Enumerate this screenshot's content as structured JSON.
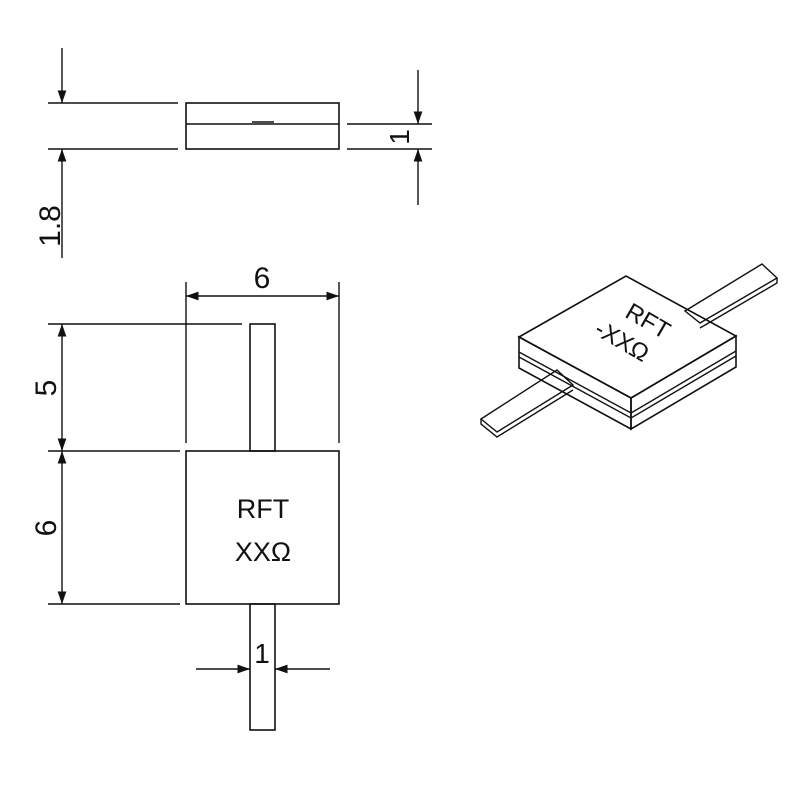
{
  "dimensions": {
    "total_height": "1.8",
    "substrate_thickness": "1",
    "body_width": "6",
    "tab_length": "5",
    "body_height": "6",
    "tab_width": "1"
  },
  "marking": {
    "line1": "RFT",
    "line2": "XXΩ"
  },
  "iso_marking": {
    "line1": "RFT",
    "line2": "-XXΩ"
  }
}
